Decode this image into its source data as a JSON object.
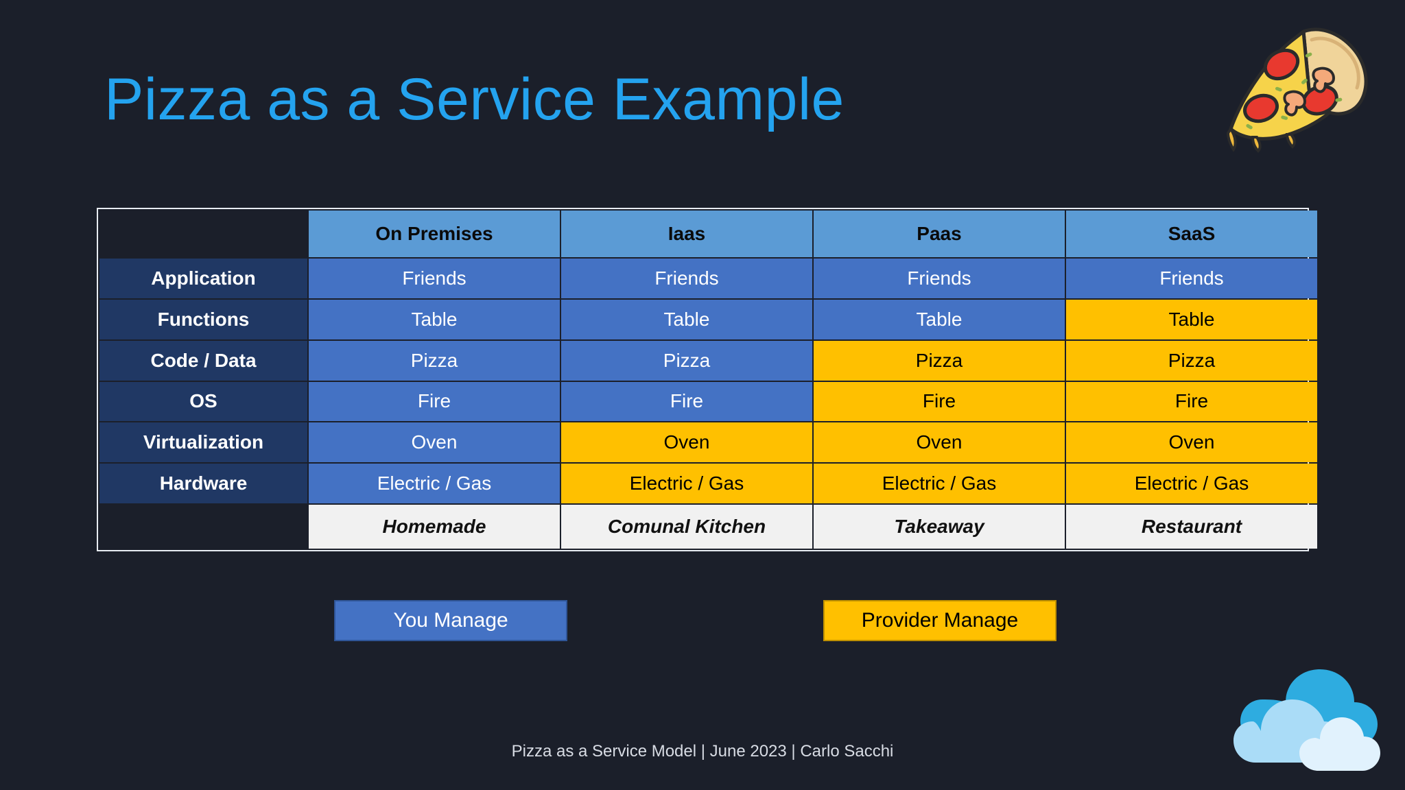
{
  "slide": {
    "title": "Pizza as a Service Example",
    "background_color": "#1b1f2a",
    "title_color": "#24a3ef"
  },
  "icons": {
    "pizza": "pizza-slice-icon",
    "cloud": "cloud-stack-icon"
  },
  "table": {
    "corner_label": "",
    "columns": [
      "On Premises",
      "Iaas",
      "Paas",
      "SaaS"
    ],
    "rows": [
      {
        "label": "Application",
        "cells": [
          {
            "text": "Friends",
            "fill": "blue"
          },
          {
            "text": "Friends",
            "fill": "blue"
          },
          {
            "text": "Friends",
            "fill": "blue"
          },
          {
            "text": "Friends",
            "fill": "blue"
          }
        ]
      },
      {
        "label": "Functions",
        "cells": [
          {
            "text": "Table",
            "fill": "blue"
          },
          {
            "text": "Table",
            "fill": "blue"
          },
          {
            "text": "Table",
            "fill": "blue"
          },
          {
            "text": "Table",
            "fill": "yellow"
          }
        ]
      },
      {
        "label": "Code / Data",
        "cells": [
          {
            "text": "Pizza",
            "fill": "blue"
          },
          {
            "text": "Pizza",
            "fill": "blue"
          },
          {
            "text": "Pizza",
            "fill": "yellow"
          },
          {
            "text": "Pizza",
            "fill": "yellow"
          }
        ]
      },
      {
        "label": "OS",
        "cells": [
          {
            "text": "Fire",
            "fill": "blue"
          },
          {
            "text": "Fire",
            "fill": "blue"
          },
          {
            "text": "Fire",
            "fill": "yellow"
          },
          {
            "text": "Fire",
            "fill": "yellow"
          }
        ]
      },
      {
        "label": "Virtualization",
        "cells": [
          {
            "text": "Oven",
            "fill": "blue"
          },
          {
            "text": "Oven",
            "fill": "yellow"
          },
          {
            "text": "Oven",
            "fill": "yellow"
          },
          {
            "text": "Oven",
            "fill": "yellow"
          }
        ]
      },
      {
        "label": "Hardware",
        "cells": [
          {
            "text": "Electric / Gas",
            "fill": "blue"
          },
          {
            "text": "Electric / Gas",
            "fill": "yellow"
          },
          {
            "text": "Electric / Gas",
            "fill": "yellow"
          },
          {
            "text": "Electric / Gas",
            "fill": "yellow"
          }
        ]
      }
    ],
    "footer_row": {
      "label": "",
      "cells": [
        "Homemade",
        "Comunal Kitchen",
        "Takeaway",
        "Restaurant"
      ]
    },
    "colors": {
      "header_blue": "#5b9bd5",
      "row_label_navy": "#203864",
      "cell_blue": "#4472c4",
      "cell_yellow": "#ffc000",
      "footer_gray": "#f1f1f1",
      "grid_line": "#e8ecf2"
    }
  },
  "legend": {
    "you_manage": "You Manage",
    "provider_manage": "Provider Manage",
    "you_manage_color": "#4472c4",
    "provider_manage_color": "#ffc000"
  },
  "footer": {
    "text": "Pizza as a Service Model | June 2023 | Carlo Sacchi"
  }
}
